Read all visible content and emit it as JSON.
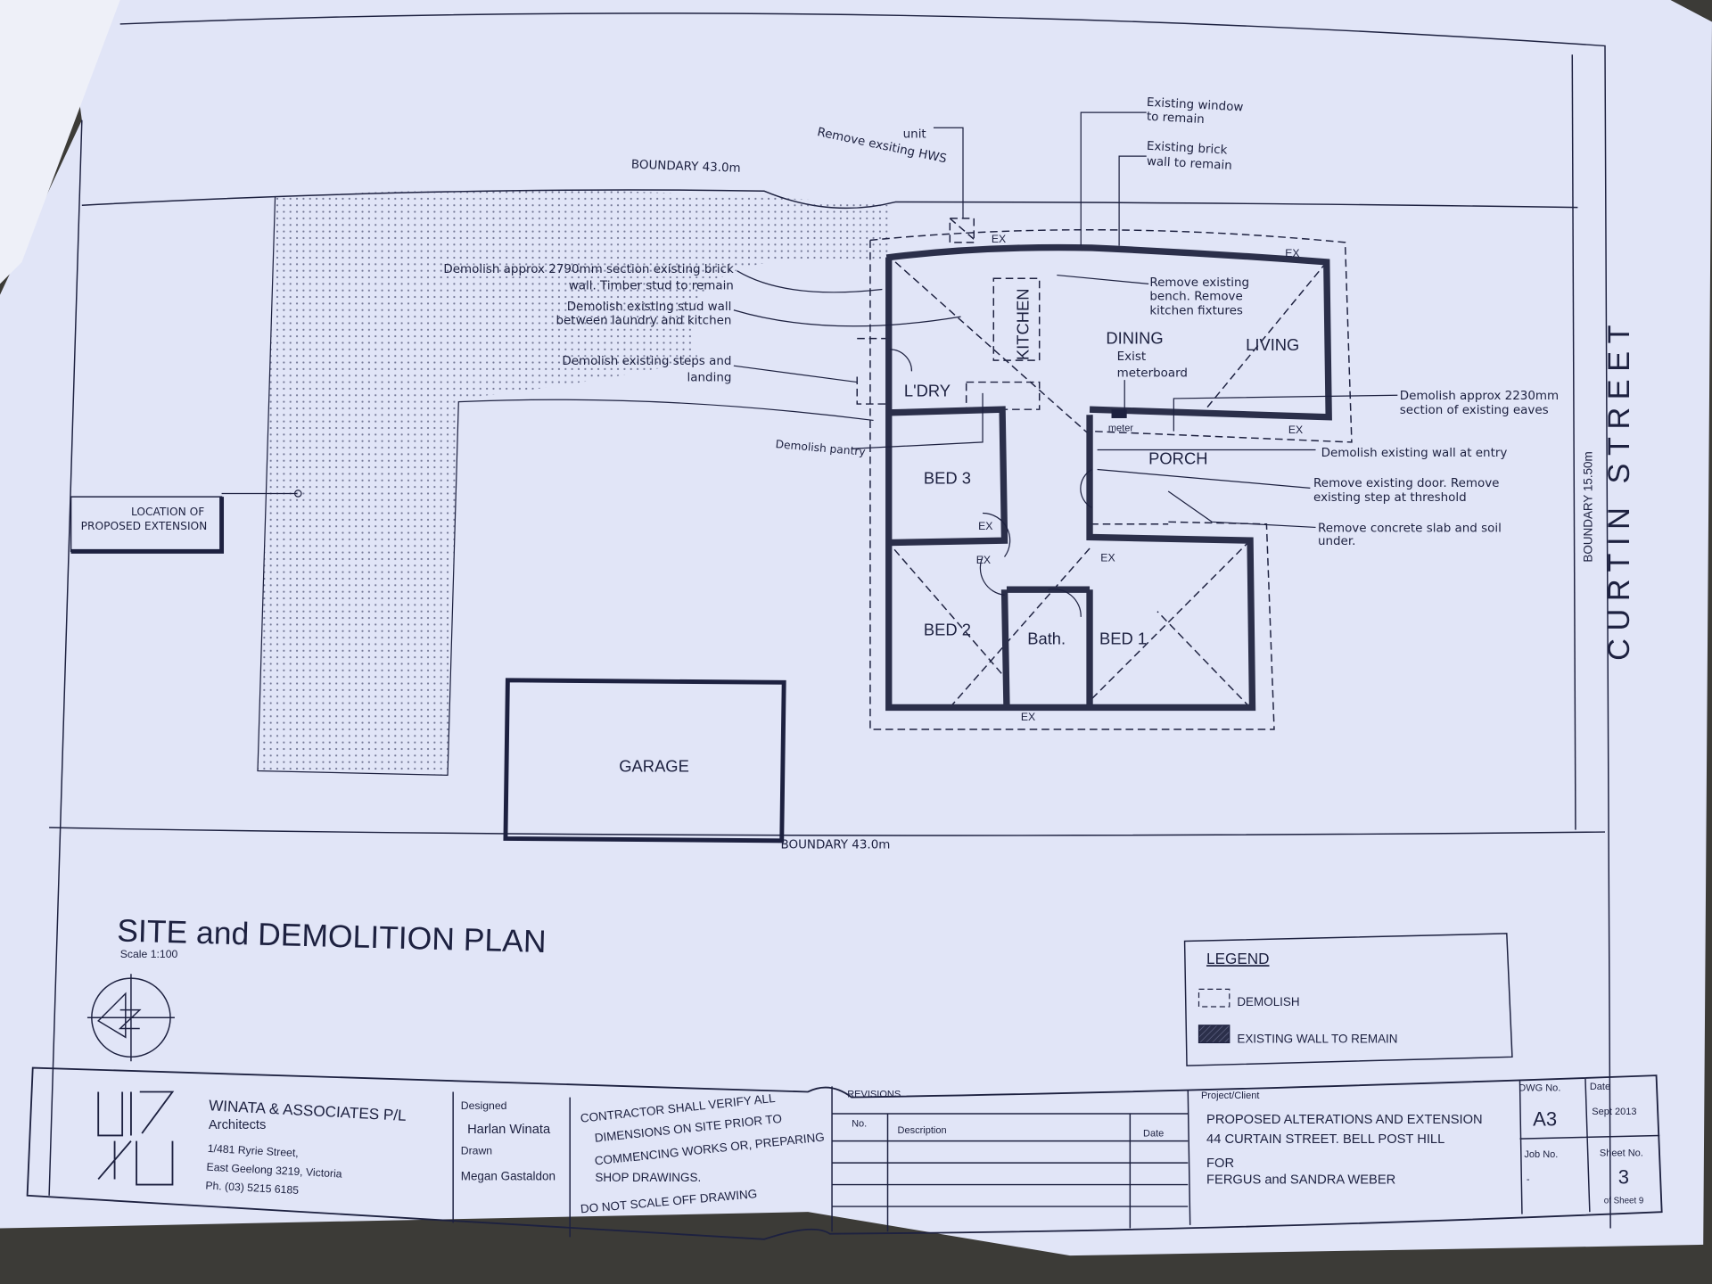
{
  "drawing": {
    "title": "SITE and DEMOLITION PLAN",
    "scale": "Scale 1:100",
    "boundary_top": "BOUNDARY 43.0m",
    "boundary_bottom": "BOUNDARY 43.0m",
    "boundary_side": "BOUNDARY 15.50m",
    "street": "CURTIN STREET",
    "location_label_1": "LOCATION OF",
    "location_label_2": "PROPOSED EXTENSION",
    "garage": "GARAGE"
  },
  "rooms": {
    "kitchen": "KITCHEN",
    "dining": "DINING",
    "living": "LIVING",
    "laundry": "L'DRY",
    "bed3": "BED 3",
    "bed2": "BED 2",
    "bed1": "BED 1",
    "bath": "Bath.",
    "porch": "PORCH",
    "meter": "meter",
    "ex": "EX"
  },
  "notes": {
    "hws_1": "Remove exsiting HWS",
    "hws_2": "unit",
    "window_1": "Existing window",
    "window_2": "to remain",
    "brick_1": "Existing brick",
    "brick_2": "wall to remain",
    "demolish_brick_1": "Demolish approx 2790mm section existing brick",
    "demolish_brick_2": "wall. Timber stud to remain",
    "stud_1": "Demolish existing stud wall",
    "stud_2": "between laundry and kitchen",
    "steps_1": "Demolish existing steps and",
    "steps_2": "landing",
    "pantry": "Demolish pantry",
    "bench_1": "Remove existing",
    "bench_2": "bench. Remove",
    "bench_3": "kitchen fixtures",
    "meterboard_1": "Exist",
    "meterboard_2": "meterboard",
    "eaves_1": "Demolish approx 2230mm",
    "eaves_2": "section of existing eaves",
    "entry_wall": "Demolish existing wall at entry",
    "door_1": "Remove existing door. Remove",
    "door_2": "existing step at threshold",
    "slab_1": "Remove concrete slab and soil",
    "slab_2": "under."
  },
  "legend": {
    "title": "LEGEND",
    "demolish": "DEMOLISH",
    "existing": "EXISTING WALL TO REMAIN"
  },
  "title_block": {
    "firm": "WINATA & ASSOCIATES P/L",
    "firm_type": "Architects",
    "address_1": "1/481 Ryrie Street,",
    "address_2": "East Geelong 3219, Victoria",
    "phone": "Ph. (03) 5215 6185",
    "designed_label": "Designed",
    "designed": "Harlan Winata",
    "drawn_label": "Drawn",
    "drawn": "Megan Gastaldon",
    "note_1a": "CONTRACTOR SHALL VERIFY ALL",
    "note_1b": "DIMENSIONS ON SITE PRIOR TO",
    "note_1c": "COMMENCING WORKS OR, PREPARING",
    "note_1d": "SHOP DRAWINGS.",
    "note_2": "DO NOT SCALE OFF DRAWING",
    "revisions": "REVISIONS",
    "rev_no": "No.",
    "rev_desc": "Description",
    "rev_date": "Date",
    "project_label": "Project/Client",
    "project_1": "PROPOSED ALTERATIONS AND EXTENSION",
    "project_2": "44 CURTAIN STREET.  BELL POST HILL",
    "project_3": "FOR",
    "project_4": "FERGUS and SANDRA WEBER",
    "dwg_label": "DWG No.",
    "dwg": "A3",
    "date_label": "Date",
    "date": "Sept 2013",
    "job_label": "Job No.",
    "job": "-",
    "sheet_label": "Sheet No.",
    "sheet": "3",
    "sheet_of": "of Sheet 9"
  },
  "colors": {
    "paper": "#e3e6f7",
    "ink": "#1d2140"
  }
}
